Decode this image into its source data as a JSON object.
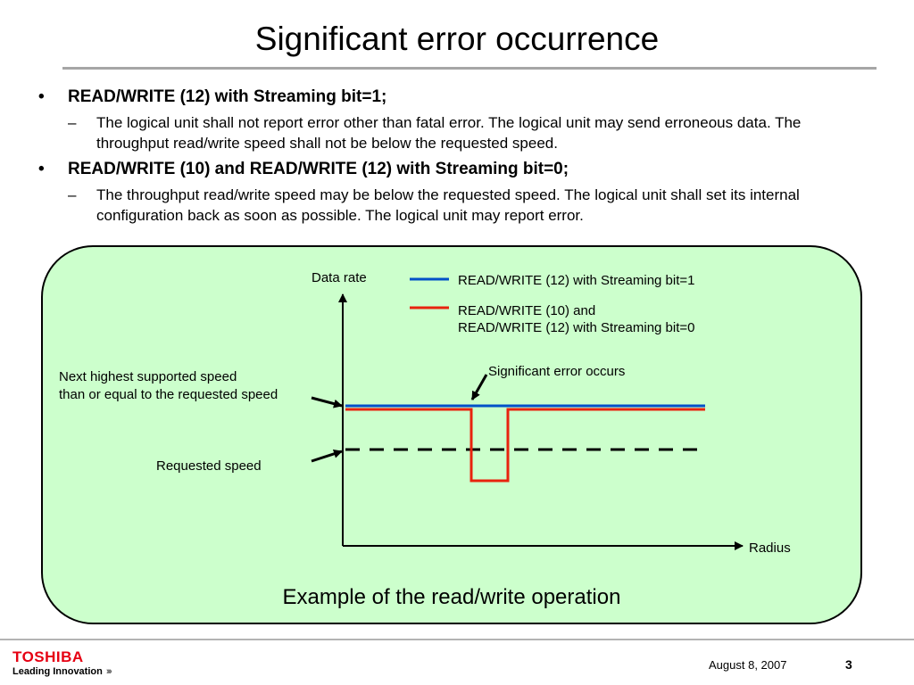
{
  "slide": {
    "title": "Significant error occurrence",
    "bullets": [
      {
        "text": "READ/WRITE (12) with Streaming bit=1;",
        "sub": "The logical unit shall not report error other than fatal error. The logical unit may send erroneous data. The throughput read/write speed shall not be below the requested speed."
      },
      {
        "text": "READ/WRITE (10) and READ/WRITE (12) with Streaming bit=0;",
        "sub": "The throughput read/write speed may be below the requested speed. The logical unit shall set its internal configuration back as soon as possible. The logical unit may report error."
      }
    ],
    "bullet_symbol": "•",
    "sub_symbol": "–"
  },
  "diagram": {
    "y_axis_label": "Data rate",
    "x_axis_label": "Radius",
    "legend": {
      "blue_label": "READ/WRITE (12) with Streaming bit=1",
      "red_label_line1": "READ/WRITE (10) and",
      "red_label_line2": "READ/WRITE (12) with Streaming bit=0"
    },
    "annotation_error": "Significant error occurs",
    "annotation_next_speed_line1": "Next highest supported speed",
    "annotation_next_speed_line2": "than or equal to the requested speed",
    "annotation_requested": "Requested speed",
    "caption": "Example of the read/write operation",
    "colors": {
      "blue": "#0050c8",
      "red": "#e8230e",
      "panel": "#ccffcc"
    }
  },
  "footer": {
    "logo": "TOSHIBA",
    "tagline": "Leading Innovation",
    "date": "August 8, 2007",
    "page": "3"
  }
}
